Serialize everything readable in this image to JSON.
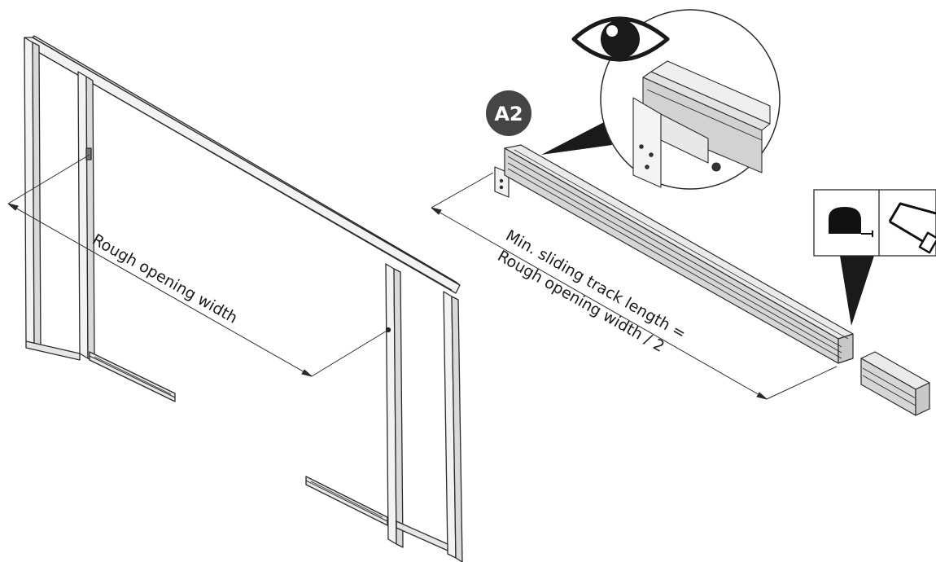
{
  "step_badge": "A2",
  "labels": {
    "rough_opening": "Rough opening width",
    "track_length_line1": "Min. sliding track length =",
    "track_length_line2": "Rough opening width / 2"
  },
  "icons": {
    "detail": "eye-icon",
    "measure": "tape-measure-icon",
    "cut": "hacksaw-icon"
  },
  "colors": {
    "line": "#2a2a2a",
    "frame_fill": "#f1f1f1",
    "track_fill": "#e2e2e2",
    "badge": "#454545"
  }
}
